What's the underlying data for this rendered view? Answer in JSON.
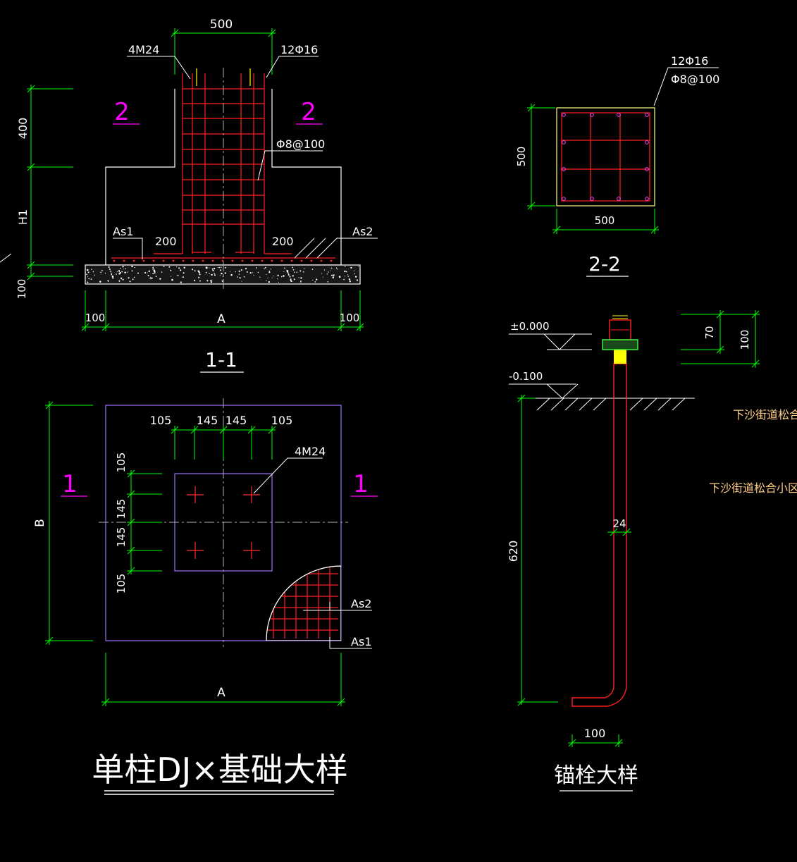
{
  "colors": {
    "background": "#000000",
    "dimension": "#00ff00",
    "outline": "#ffffff",
    "rebar": "#ff2020",
    "axis": "#b0b0b0",
    "section_mark": "#ff00ff",
    "plan_outline": "#a070ff",
    "anchor_plate": "#ffff00",
    "note": "#ffcc88"
  },
  "section_1_1": {
    "top_width": "500",
    "bolt_label": "4M24",
    "main_bar_label": "12Φ16",
    "height_upper": "400",
    "height_lower": "H1",
    "cushion_thickness": "100",
    "stirrup_label": "Φ8@100",
    "bar_left_label": "As1",
    "bar_right_label": "As2",
    "hook_left": "200",
    "hook_right": "200",
    "edge_left": "100",
    "edge_right": "100",
    "base_width": "A",
    "cut_mark_left": "2",
    "cut_mark_right": "2",
    "title": "1-1"
  },
  "plan": {
    "dim_top": [
      "105",
      "145",
      "145",
      "105"
    ],
    "dim_left": [
      "105",
      "145",
      "145",
      "105"
    ],
    "bolt_label": "4M24",
    "width": "A",
    "depth": "B",
    "bar_top_label": "As2",
    "bar_bottom_label": "As1",
    "cut_mark_left": "1",
    "cut_mark_right": "1"
  },
  "section_2_2": {
    "main_bar_label": "12Φ16",
    "stirrup_label": "Φ8@100",
    "height": "500",
    "width": "500",
    "title": "2-2"
  },
  "anchor_detail": {
    "level_top": "±0.000",
    "level_ground": "-0.100",
    "dim_70": "70",
    "dim_100": "100",
    "length": "620",
    "diameter": "24",
    "hook_length": "100",
    "title": "锚栓大样"
  },
  "notes": [
    "下沙街道松合小",
    "下沙街道松合小区老"
  ],
  "main_title": "单柱DJ×基础大样"
}
